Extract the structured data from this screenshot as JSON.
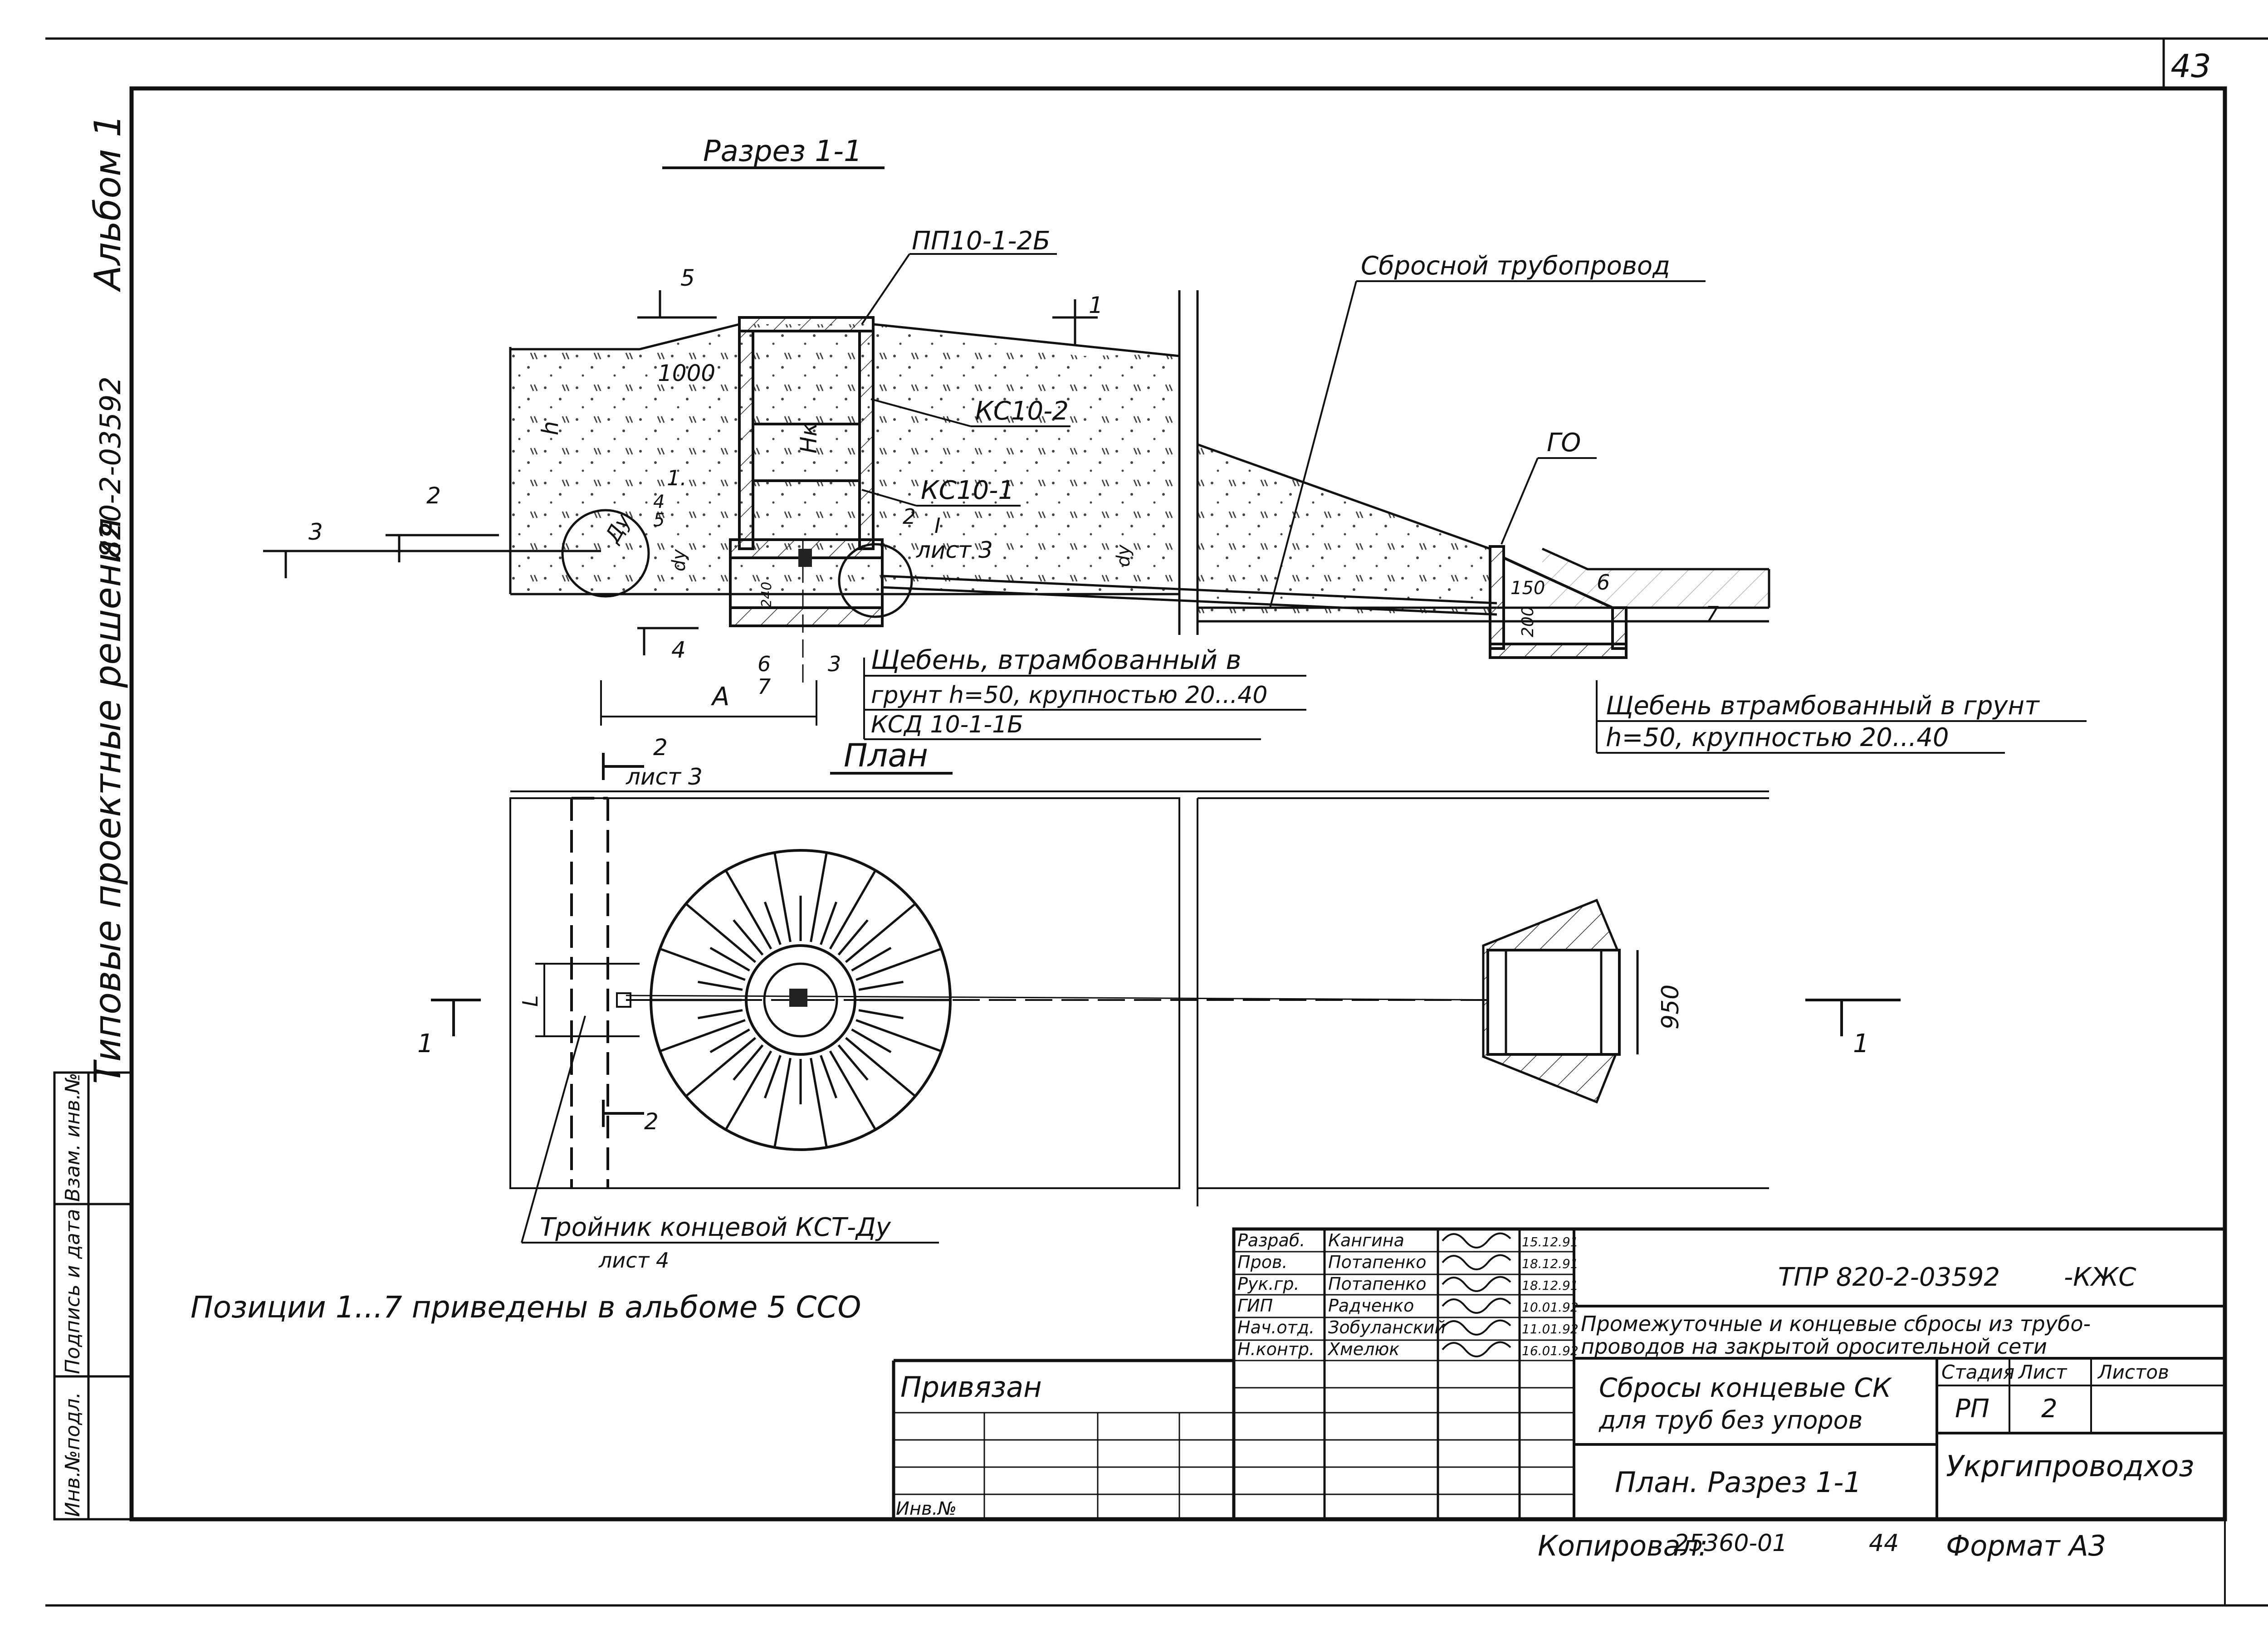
{
  "sheet_number": "43",
  "side_strip": {
    "album": "Альбом 1",
    "code": "820-2-03592",
    "series": "Типовые проектные решения"
  },
  "left_boxes": {
    "inv_podl": "Инв.№подл.",
    "podpis": "Подпись и дата",
    "vzam": "Взам. инв.№"
  },
  "section_view": {
    "title": "Разрез 1-1",
    "marks": [
      "ПП10-1-2Б",
      "КС10-2",
      "КС10-1",
      "КСД 10-1-1Б",
      "ГО"
    ],
    "dims": [
      "1000",
      "h",
      "Hк",
      "Дy",
      "dy",
      "dy",
      "А",
      "150",
      "200",
      "240"
    ],
    "num_labels": [
      "5",
      "1",
      "2",
      "3",
      "4",
      "1.",
      "4",
      "5",
      "2",
      "I",
      "6",
      "7",
      "3",
      "6",
      "7"
    ],
    "sheet_ref": "лист 3",
    "pipe_label": "Сбросной трубопровод",
    "gravel_1": [
      "Щебень, втрамбованный в",
      "грунт h=50, крупностью 20...40"
    ],
    "gravel_2": [
      "Щебень втрамбованный в грунт",
      "h=50, крупностью 20...40"
    ]
  },
  "plan_view": {
    "title": "План",
    "cut_2_top": "2",
    "cut_2_top_ref": "лист 3",
    "cut_2_bottom": "2",
    "cut_1_left": "1",
    "cut_1_right": "1",
    "dim_L": "L",
    "dim_950": "950",
    "tee_label": "Тройник концевой КСТ-Дy",
    "tee_ref": "лист 4"
  },
  "note": "Позиции 1...7 приведены в альбоме 5 ССО",
  "title_block": {
    "doc_code": "ТПР 820-2-03592",
    "doc_suffix": "-КЖС",
    "project_title": [
      "Промежуточные и концевые сбросы из трубо-",
      "проводов на закрытой оросительной сети"
    ],
    "sheet_title": [
      "Сбросы концевые СК",
      "для труб без упоров"
    ],
    "view_title": "План. Разрез 1-1",
    "org": "Укргипроводхоз",
    "headers": [
      "Стадия",
      "Лист",
      "Листов"
    ],
    "stage": "РП",
    "sheet": "2",
    "sheets_total": "",
    "signers": [
      {
        "role": "Разраб.",
        "name": "Кангина",
        "date": "15.12.91"
      },
      {
        "role": "Пров.",
        "name": "Потапенко",
        "date": "18.12.91"
      },
      {
        "role": "Рук.гр.",
        "name": "Потапенко",
        "date": "18.12.91"
      },
      {
        "role": "ГИП",
        "name": "Радченко",
        "date": "10.01.92"
      },
      {
        "role": "Нач.отд.",
        "name": "Зобуланский",
        "date": "11.01.92"
      },
      {
        "role": "Н.контр.",
        "name": "Хмелюк",
        "date": "16.01.92"
      }
    ],
    "privyazan": "Привязан",
    "inv_no": "Инв.№"
  },
  "footer": {
    "copied": "Копировал:",
    "copy_no": "25360-01",
    "copy_page": "44",
    "format": "Формат А3"
  }
}
